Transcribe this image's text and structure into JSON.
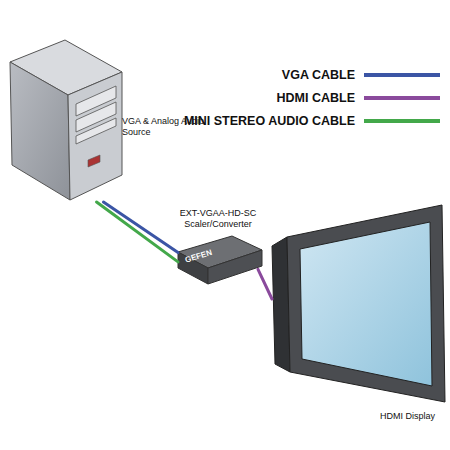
{
  "diagram": {
    "nodes": [
      {
        "text": [
          "VGA & Analog Audio Source"
        ]
      },
      {
        "text": [
          "EXT-VGAA-HD-SC Scaler/Converter",
          "GEFEN"
        ]
      },
      {
        "text": [
          "HDMI Display"
        ]
      }
    ],
    "edges": [
      {
        "from": 0,
        "to": 1,
        "arrow": "none"
      },
      {
        "from": 0,
        "to": 1,
        "arrow": "none"
      },
      {
        "from": 1,
        "to": 2,
        "arrow": "none"
      }
    ],
    "legend": [
      {
        "text": "VGA CABLE",
        "color": "#3b55a5"
      },
      {
        "text": "HDMI CABLE",
        "color": "#8a4a9c"
      },
      {
        "text": "MINI STEREO AUDIO CABLE",
        "color": "#43a84a"
      }
    ]
  }
}
